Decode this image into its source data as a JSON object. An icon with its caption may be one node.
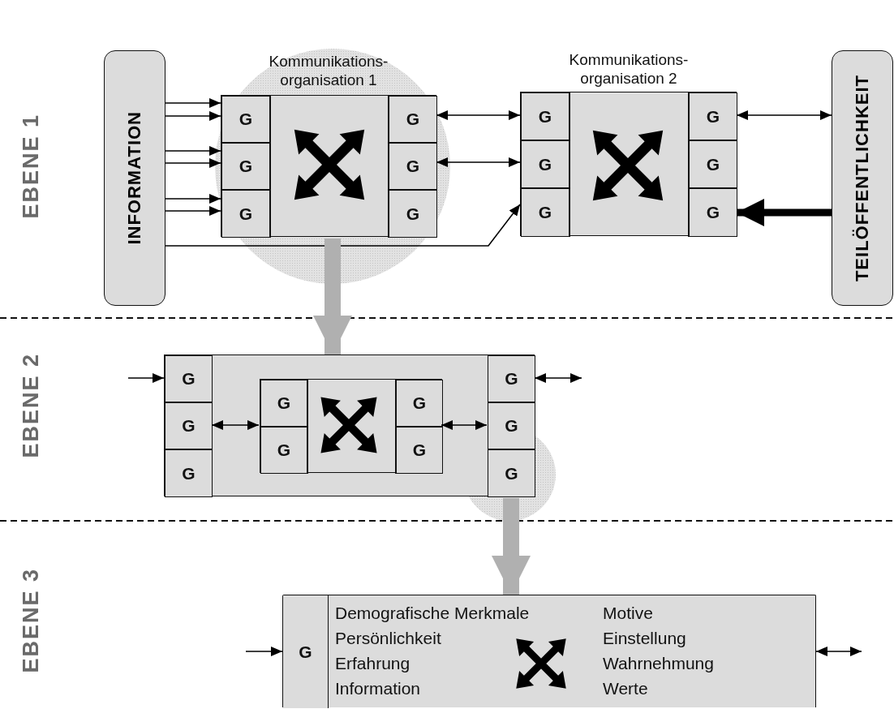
{
  "diagram": {
    "nodes": [
      {
        "text": [
          "INFORMATION"
        ]
      },
      {
        "text": [
          "Kommunikations- organisation 1"
        ]
      },
      {
        "text": [
          "G"
        ],
        "in": 1
      },
      {
        "text": [
          "G"
        ],
        "in": 1
      },
      {
        "text": [
          "G"
        ],
        "in": 1
      },
      {
        "text": [
          "G"
        ],
        "in": 1
      },
      {
        "text": [
          "G"
        ],
        "in": 1
      },
      {
        "text": [
          "G"
        ],
        "in": 1
      },
      {
        "text": [
          "Kommunikations- organisation 2"
        ]
      },
      {
        "text": [
          "G"
        ],
        "in": 8
      },
      {
        "text": [
          "G"
        ],
        "in": 8
      },
      {
        "text": [
          "G"
        ],
        "in": 8
      },
      {
        "text": [
          "G"
        ],
        "in": 8
      },
      {
        "text": [
          "G"
        ],
        "in": 8
      },
      {
        "text": [
          "G"
        ],
        "in": 8
      },
      {
        "text": [
          "TEILÖFFENTLICHKEIT"
        ]
      },
      {
        "text": [],
        "shape": "box"
      },
      {
        "text": [
          "G"
        ],
        "in": 16
      },
      {
        "text": [
          "G"
        ],
        "in": 16
      },
      {
        "text": [
          "G"
        ],
        "in": 16
      },
      {
        "text": [],
        "shape": "box",
        "in": 16
      },
      {
        "text": [
          "G"
        ],
        "in": 20
      },
      {
        "text": [
          "G"
        ],
        "in": 20
      },
      {
        "text": [
          "G"
        ],
        "in": 20
      },
      {
        "text": [
          "G"
        ],
        "in": 20
      },
      {
        "text": [
          "G"
        ],
        "in": 16
      },
      {
        "text": [
          "G"
        ],
        "in": 16
      },
      {
        "text": [
          "G"
        ],
        "in": 16
      },
      {
        "text": [
          "Demografische Merkmale",
          "Persönlichkeit",
          "Erfahrung",
          "Information",
          "Motive",
          "Einstellung",
          "Wahrnehmung",
          "Werte"
        ]
      },
      {
        "text": [
          "G"
        ],
        "in": 28
      }
    ],
    "edges": [
      {
        "from": 0,
        "to": 2,
        "arrow": "to"
      },
      {
        "from": 0,
        "to": 2,
        "arrow": "to"
      },
      {
        "from": 0,
        "to": 3,
        "arrow": "to"
      },
      {
        "from": 0,
        "to": 3,
        "arrow": "to"
      },
      {
        "from": 0,
        "to": 4,
        "arrow": "to"
      },
      {
        "from": 0,
        "to": 4,
        "arrow": "to"
      },
      {
        "from": 0,
        "to": 11,
        "arrow": "to"
      },
      {
        "from": 5,
        "to": 9,
        "arrow": "both"
      },
      {
        "from": 6,
        "to": 10,
        "arrow": "both"
      },
      {
        "from": 12,
        "to": 15,
        "arrow": "both"
      },
      {
        "from": 15,
        "to": 14,
        "arrow": "to",
        "style": "thick"
      },
      {
        "from": 1,
        "to": 16,
        "arrow": "to",
        "style": "thick",
        "color": "#b0b0b0"
      },
      {
        "from": null,
        "to": 17,
        "arrow": "to"
      },
      {
        "from": 18,
        "to": 20,
        "arrow": "both"
      },
      {
        "from": 20,
        "to": 26,
        "arrow": "both"
      },
      {
        "from": 25,
        "to": null,
        "arrow": "both"
      },
      {
        "from": 27,
        "to": 28,
        "arrow": "to",
        "style": "thick",
        "color": "#b0b0b0"
      },
      {
        "from": null,
        "to": 29,
        "arrow": "to"
      },
      {
        "from": 28,
        "to": null,
        "arrow": "both"
      }
    ],
    "labels": [
      "EBENE 1",
      "EBENE 2",
      "EBENE 3"
    ]
  }
}
